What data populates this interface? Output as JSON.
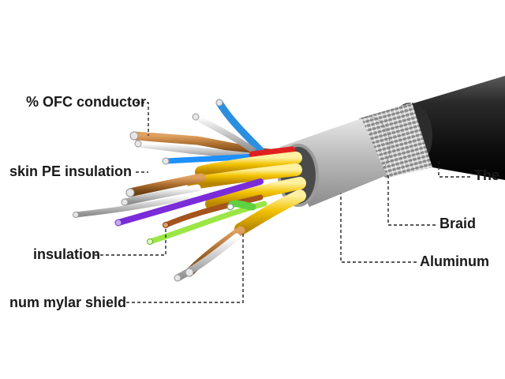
{
  "labels": {
    "ofc_conductor": "% OFC conductor",
    "foam_skin_pe": "skin PE insulation",
    "insulation": "insulation",
    "mylar_shield": "num mylar shield",
    "outer_jacket": "The",
    "braid": "Braid",
    "aluminum": "Aluminum"
  },
  "colors": {
    "jacket": "#1b1b1b",
    "braid": "#bfbfbf",
    "aluminum_foil": "#b9b9b9",
    "mylar_gold": "#e8b400",
    "conductor_silver": "#c8c8c8",
    "copper_pe": "#a86b2b",
    "blue_wire": "#1e90ff",
    "purple_wire": "#7a2cd9",
    "green_wire": "#7ed321",
    "red_wire": "#e02020",
    "leader_line": "#222222"
  }
}
